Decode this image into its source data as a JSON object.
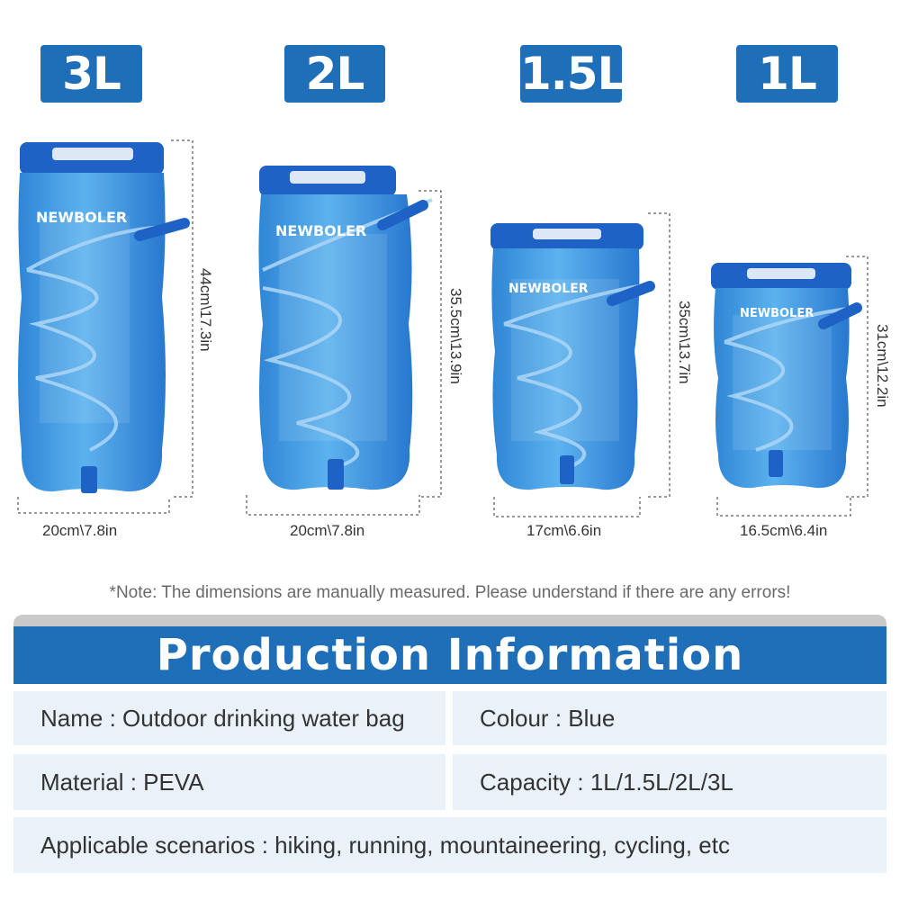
{
  "bags": [
    {
      "capacity": "3L",
      "width": "20cm\\7.8in",
      "height": "44cm\\17.3in"
    },
    {
      "capacity": "2L",
      "width": "20cm\\7.8in",
      "height": "35.5cm\\13.9in"
    },
    {
      "capacity": "1.5L",
      "width": "17cm\\6.6in",
      "height": "35cm\\13.7in"
    },
    {
      "capacity": "1L",
      "width": "16.5cm\\6.4in",
      "height": "31cm\\12.2in"
    }
  ],
  "brand_logo_text": "NEWBOLER",
  "note": "*Note: The dimensions are manually measured. Please understand if there are any errors!",
  "info": {
    "title": "Production Information",
    "name": "Name : Outdoor drinking water bag",
    "colour": "Colour : Blue",
    "material": "Material : PEVA",
    "capacity": "Capacity : 1L/1.5L/2L/3L",
    "scenarios": "Applicable scenarios :  hiking, running, mountaineering, cycling, etc"
  },
  "colors": {
    "badge": "#1f6fb8",
    "bag_fill": "#3f9be0",
    "bag_dark": "#1d62c4",
    "header": "#1f6fb8",
    "cell": "#e9f1f9"
  }
}
